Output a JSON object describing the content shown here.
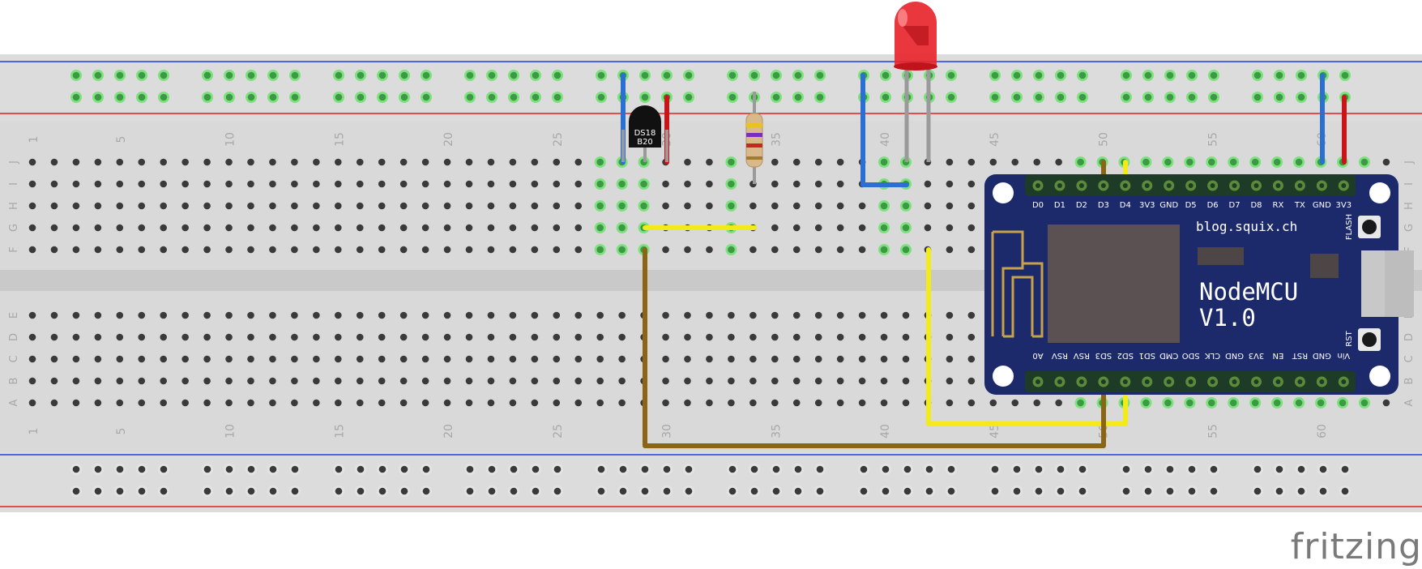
{
  "breadboard": {
    "columns": 63,
    "rows_top": [
      "J",
      "I",
      "H",
      "G",
      "F"
    ],
    "rows_bottom": [
      "E",
      "D",
      "C",
      "B",
      "A"
    ],
    "column_markers": [
      "1",
      "5",
      "10",
      "15",
      "20",
      "25",
      "30",
      "35",
      "40",
      "45",
      "50",
      "55",
      "60"
    ]
  },
  "sensor": {
    "label_line1": "DS18",
    "label_line2": "B20"
  },
  "nodemcu": {
    "top_pins": [
      "D0",
      "D1",
      "D2",
      "D3",
      "D4",
      "3V3",
      "GND",
      "D5",
      "D6",
      "D7",
      "D8",
      "RX",
      "TX",
      "GND",
      "3V3"
    ],
    "bottom_pins": [
      "A0",
      "RSV",
      "RSV",
      "SD3",
      "SD2",
      "SD1",
      "CMD",
      "SDO",
      "CLK",
      "GND",
      "3V3",
      "EN",
      "RST",
      "GND",
      "Vin"
    ],
    "site": "blog.squix.ch",
    "title_line1": "NodeMCU",
    "title_line2": "V1.0",
    "flash_label": "FLASH",
    "rst_label": "RST"
  },
  "logo": "fritzing",
  "colors": {
    "board": "#d9d9d9",
    "hole": "#3a3a3a",
    "hole_active": "#7ee07e",
    "rail_blue": "#1f3fe0",
    "rail_red": "#e0201f",
    "wire_blue": "#2a6fd1",
    "wire_red": "#c9151a",
    "wire_yellow": "#f3ea19",
    "wire_brown": "#8b6414",
    "mcu": "#1c2a6b",
    "led": "#e8262e"
  }
}
